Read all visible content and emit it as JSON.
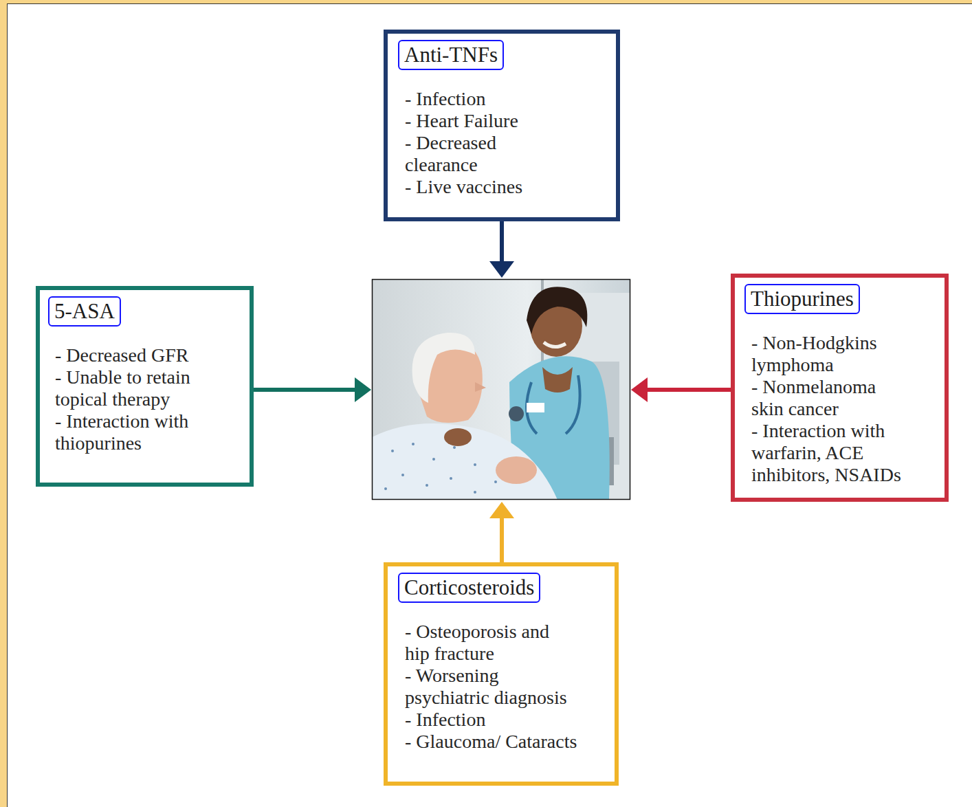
{
  "diagram": {
    "nodes": [
      {
        "text": [
          "- Infection",
          "- Heart Failure",
          "- Decreased clearance",
          "- Live vaccines"
        ]
      },
      {
        "text": [
          "Anti-TNFs"
        ],
        "in": 0
      },
      {
        "text": [
          "- Decreased GFR",
          "- Unable to retain topical therapy",
          "- Interaction with thiopurines"
        ]
      },
      {
        "text": [
          "5-ASA"
        ],
        "in": 2
      },
      {
        "text": [
          "- Non-Hodgkins lymphoma",
          "- Nonmelanoma skin cancer",
          "- Interaction with warfarin, ACE inhibitors, NSAIDs"
        ]
      },
      {
        "text": [
          "Thiopurines"
        ],
        "in": 4
      },
      {
        "text": [
          "- Osteoporosis and hip fracture",
          "- Worsening psychiatric diagnosis",
          "- Infection",
          "- Glaucoma/ Cataracts"
        ]
      },
      {
        "text": [
          "Corticosteroids"
        ],
        "in": 6
      }
    ]
  }
}
